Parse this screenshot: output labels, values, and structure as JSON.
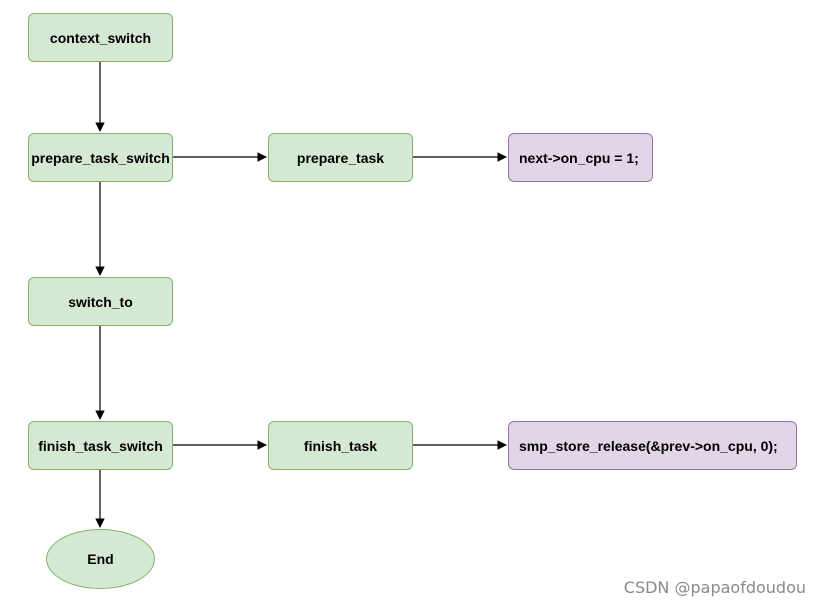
{
  "nodes": {
    "context_switch": "context_switch",
    "prepare_task_switch": "prepare_task_switch",
    "prepare_task": "prepare_task",
    "next_on_cpu": "next->on_cpu = 1;",
    "switch_to": "switch_to",
    "finish_task_switch": "finish_task_switch",
    "finish_task": "finish_task",
    "smp_store_release": "smp_store_release(&prev->on_cpu, 0);",
    "end": "End"
  },
  "watermark": "CSDN @papaofdoudou",
  "colors": {
    "green_fill": "#d5e8d4",
    "green_stroke": "#82b366",
    "purple_fill": "#e1d5e7",
    "purple_stroke": "#9673a6",
    "edge": "#000000"
  }
}
